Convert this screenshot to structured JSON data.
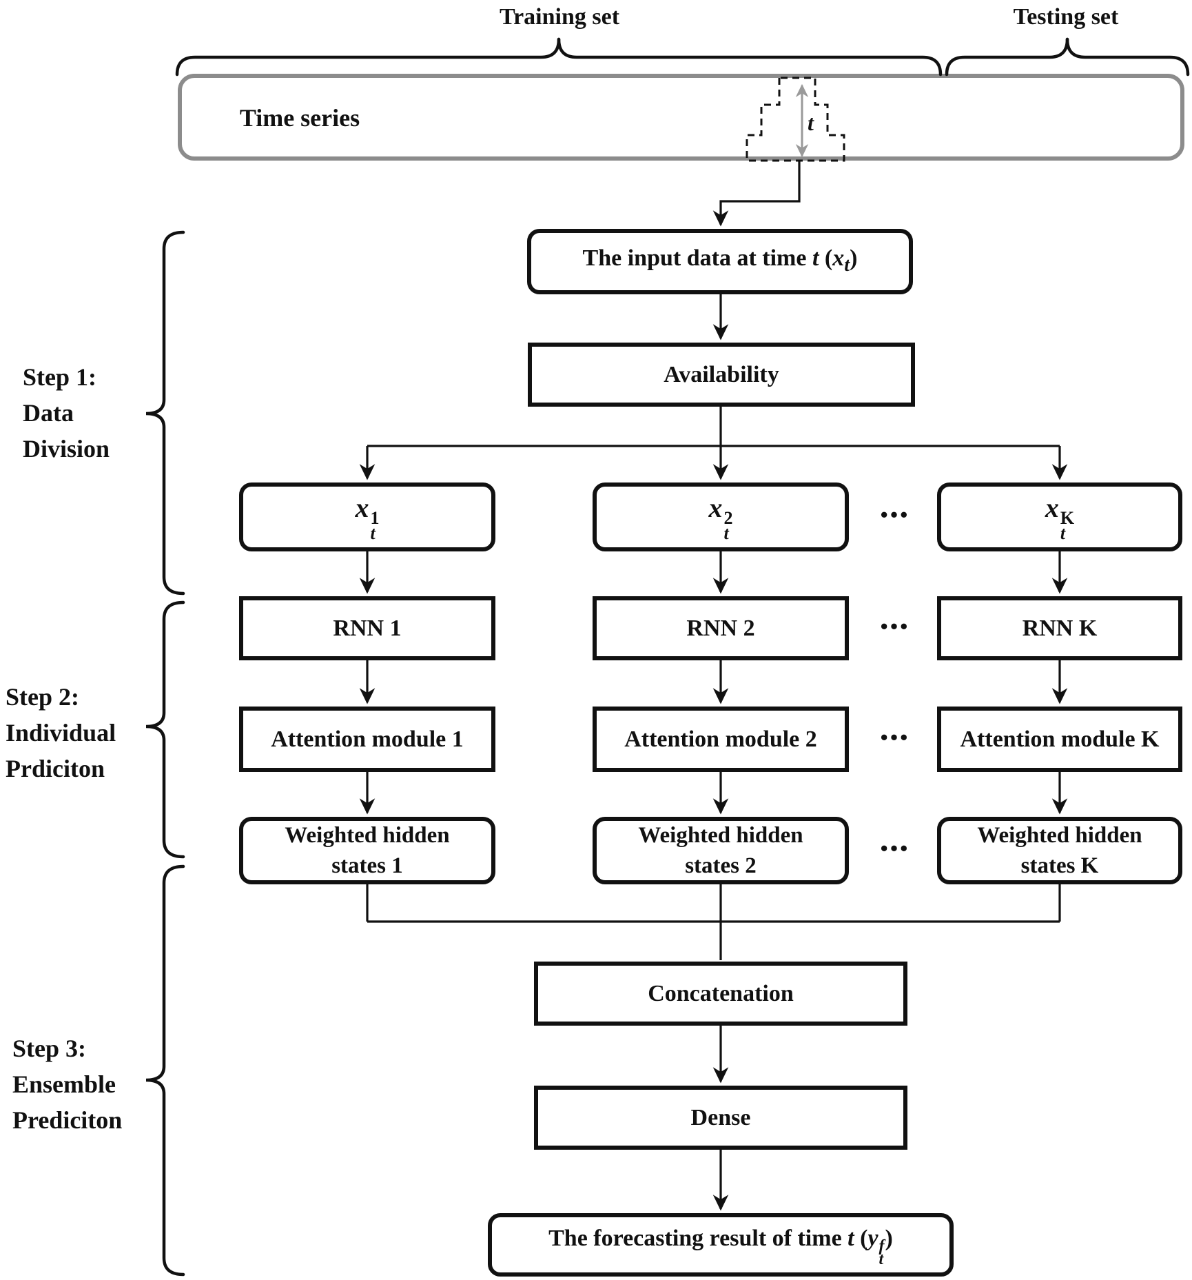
{
  "header": {
    "training_label": "Training set",
    "testing_label": "Testing set"
  },
  "timeline": {
    "label": "Time series",
    "t_marker": "t"
  },
  "steps": [
    {
      "line1": "Step 1:",
      "line2": "Data",
      "line3": "Division"
    },
    {
      "line1": "Step 2:",
      "line2": "Individual",
      "line3": "Prdiciton"
    },
    {
      "line1": "Step 3:",
      "line2": "Ensemble",
      "line3": "Prediciton"
    }
  ],
  "flow": {
    "input_box": {
      "label": "The input data at time",
      "t": "t",
      "open": "(",
      "x": "x",
      "xsub": "t",
      "close": ")"
    },
    "availability": "Availability",
    "concatenation": "Concatenation",
    "dense": "Dense",
    "result": {
      "label": "The forecasting result of time",
      "t": "t",
      "open": "(",
      "y": "y",
      "ysup": "f",
      "ysub": "t",
      "close": ")"
    }
  },
  "columns": [
    {
      "x": "x",
      "sup": "1",
      "sub": "t",
      "rnn": "RNN 1",
      "attention": "Attention module 1",
      "weighted1": "Weighted hidden",
      "weighted2": "states 1"
    },
    {
      "x": "x",
      "sup": "2",
      "sub": "t",
      "rnn": "RNN 2",
      "attention": "Attention module 2",
      "weighted1": "Weighted hidden",
      "weighted2": "states 2"
    },
    {
      "x": "x",
      "sup": "K",
      "sub": "t",
      "rnn": "RNN K",
      "attention": "Attention module K",
      "weighted1": "Weighted hidden",
      "weighted2": "states K"
    }
  ],
  "ellipsis": "···",
  "colors": {
    "line": "#111111",
    "timeline_border": "#8c8c8c",
    "gray_arrow": "#9a9a9a"
  }
}
